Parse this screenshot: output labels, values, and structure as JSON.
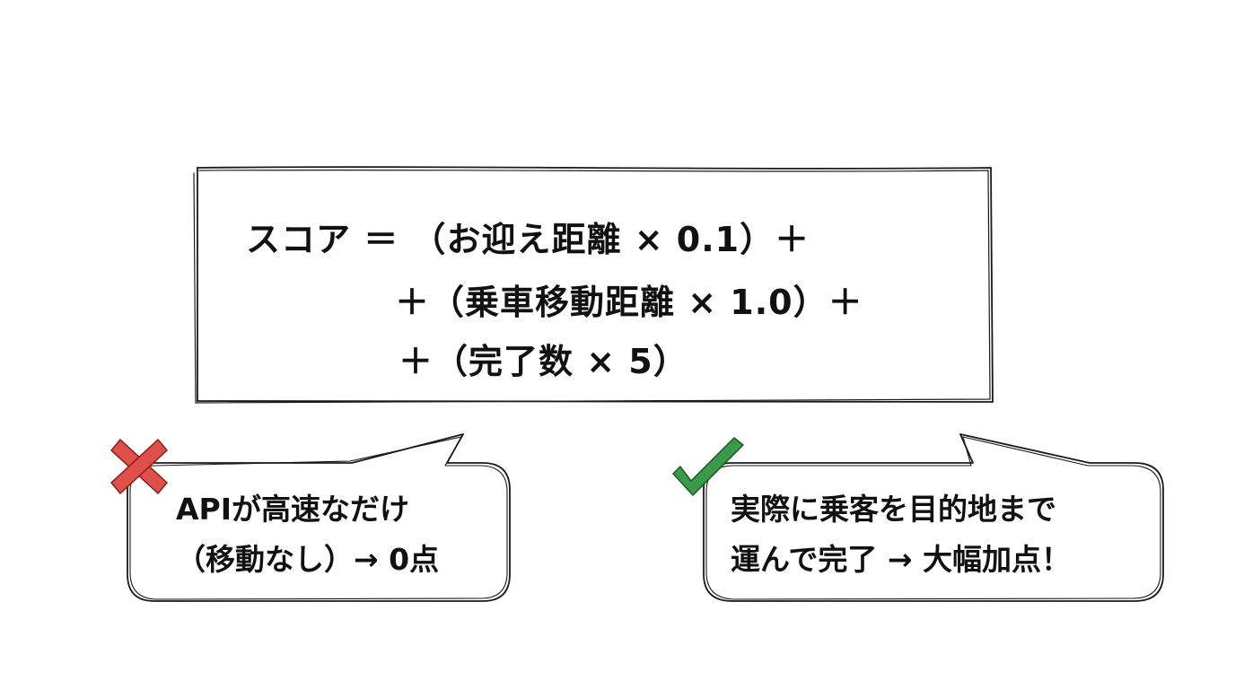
{
  "formula": {
    "line1": "スコア ＝ （お迎え距離 × 0.1）＋",
    "line2": "＋（乗車移動距離 × 1.0）＋",
    "line3": "＋（完了数 × 5）"
  },
  "bad_case": {
    "icon": "cross-icon",
    "color": "#e0504a",
    "line1": "APIが高速なだけ",
    "line2": "（移動なし）→ 0点"
  },
  "good_case": {
    "icon": "check-icon",
    "color": "#3a9a4a",
    "line1": "実際に乗客を目的地まで",
    "line2": "運んで完了 → 大幅加点！"
  }
}
